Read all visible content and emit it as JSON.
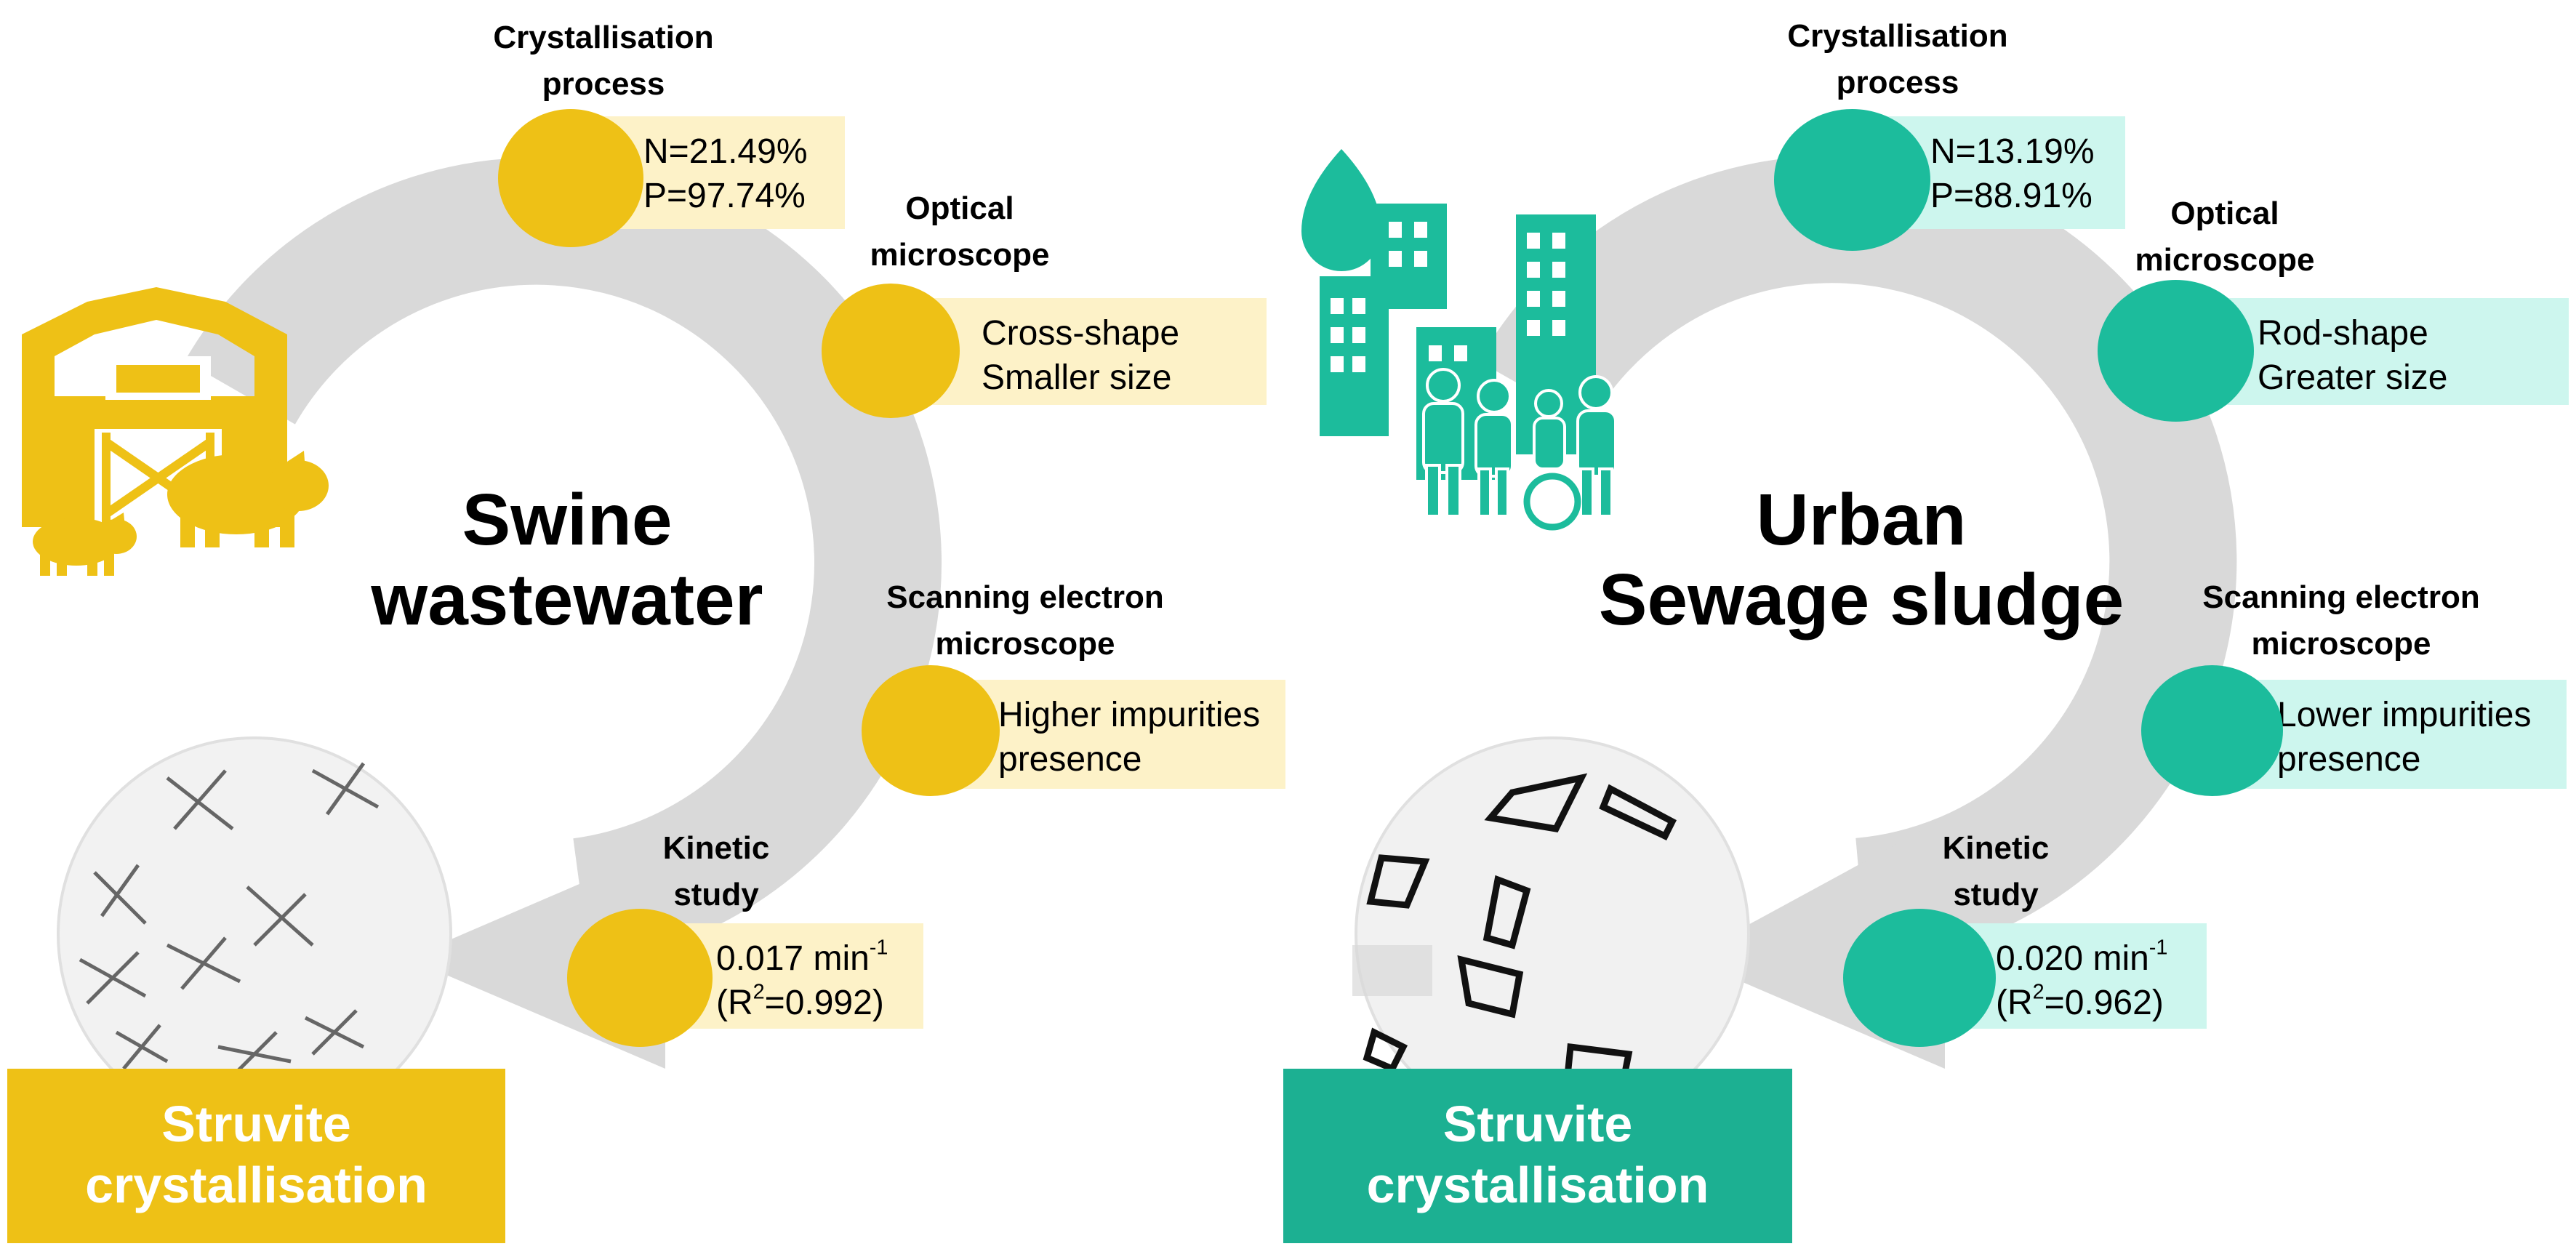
{
  "colors": {
    "swine_accent": "#eec116",
    "swine_box": "#fdf2c8",
    "urban_accent": "#1cbc9c",
    "urban_box": "#cdf6ee",
    "urban_banner": "#1cb092",
    "arrow_grey": "#d9d9d9"
  },
  "panels": {
    "swine": {
      "title_line1": "Swine",
      "title_line2": "wastewater",
      "icon": "barn-with-pigs-icon",
      "micrograph": "cross-shaped-crystals-micrograph",
      "steps": {
        "crystallisation": {
          "title_line1": "Crystallisation",
          "title_line2": "process",
          "line1": "N=21.49%",
          "line2": "P=97.74%"
        },
        "optical": {
          "title_line1": "Optical",
          "title_line2": "microscope",
          "line1": "Cross-shape",
          "line2": "Smaller size"
        },
        "sem": {
          "title_line1": "Scanning electron",
          "title_line2": "microscope",
          "line1": "Higher impurities",
          "line2": "presence"
        },
        "kinetic": {
          "title_line1": "Kinetic",
          "title_line2": "study",
          "rate_value": "0.017 min",
          "rate_exp": "-1",
          "r2_open": "(R",
          "r2_exp": "2",
          "r2_rest": "=0.992)"
        }
      },
      "banner_line1": "Struvite",
      "banner_line2": "crystallisation"
    },
    "urban": {
      "title_line1": "Urban",
      "title_line2": "Sewage sludge",
      "icon": "city-buildings-people-icon",
      "micrograph": "rod-shaped-crystals-micrograph",
      "steps": {
        "crystallisation": {
          "title_line1": "Crystallisation",
          "title_line2": "process",
          "line1": "N=13.19%",
          "line2": "P=88.91%"
        },
        "optical": {
          "title_line1": "Optical",
          "title_line2": "microscope",
          "line1": "Rod-shape",
          "line2": "Greater size"
        },
        "sem": {
          "title_line1": "Scanning electron",
          "title_line2": "microscope",
          "line1": "Lower impurities",
          "line2": "presence"
        },
        "kinetic": {
          "title_line1": "Kinetic",
          "title_line2": "study",
          "rate_value": "0.020 min",
          "rate_exp": "-1",
          "r2_open": "(R",
          "r2_exp": "2",
          "r2_rest": "=0.962)"
        }
      },
      "banner_line1": "Struvite",
      "banner_line2": "crystallisation"
    }
  }
}
